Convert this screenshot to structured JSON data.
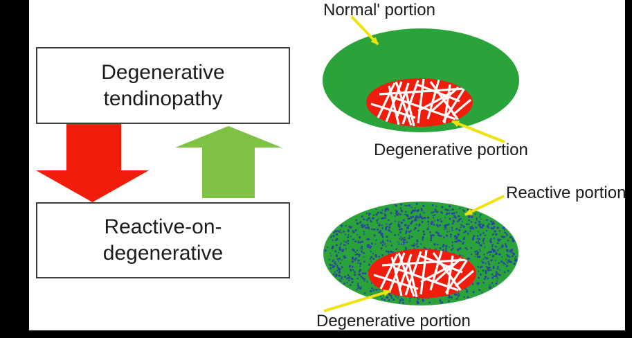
{
  "colors": {
    "background": "#FFFFFF",
    "letterbox": "#000000",
    "box_border": "#3F3F3F",
    "text": "#1B1B1B",
    "degenerative_red": "#F21C0C",
    "flow_arrow_green": "#7EC243",
    "tendon_green": "#2BA33B",
    "reactive_dot_blue": "#2A459E",
    "pointer_yellow": "#EFE20D",
    "fiber_white": "#FFFFFF"
  },
  "flowchart": {
    "top_box": {
      "line1": "Degenerative",
      "line2": "tendinopathy"
    },
    "bottom_box": {
      "line1": "Reactive-on-",
      "line2": "degenerative"
    }
  },
  "diagram_top": {
    "label_normal": "Normal' portion",
    "label_degenerative": "Degenerative portion"
  },
  "diagram_bottom": {
    "label_reactive": "Reactive portion",
    "label_degenerative": "Degenerative portion"
  },
  "stipple": {
    "count": 1250
  }
}
